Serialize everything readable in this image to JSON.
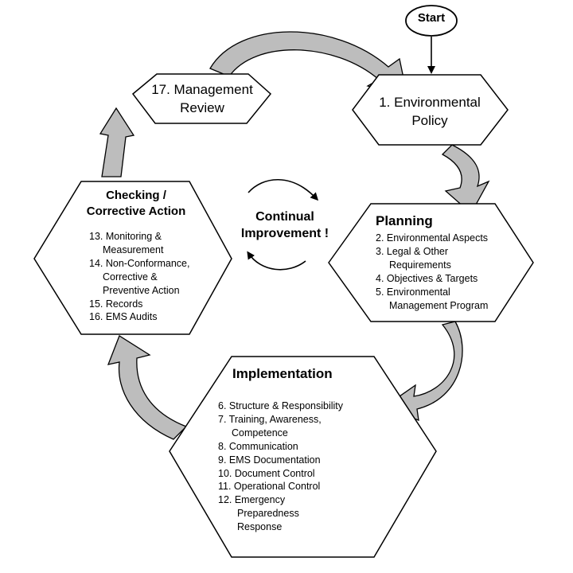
{
  "start": {
    "label": "Start"
  },
  "management_review": {
    "line1": "17. Management",
    "line2": "Review"
  },
  "environmental_policy": {
    "line1": "1. Environmental",
    "line2": "Policy"
  },
  "planning": {
    "title": "Planning",
    "items": [
      "2. Environmental Aspects",
      "3. Legal & Other",
      "Requirements",
      "4. Objectives & Targets",
      "5. Environmental",
      "Management Program"
    ]
  },
  "implementation": {
    "title": "Implementation",
    "items": [
      "6. Structure & Responsibility",
      "7. Training, Awareness,",
      "Competence",
      "8. Communication",
      "9. EMS Documentation",
      "10. Document Control",
      "11. Operational Control",
      "12. Emergency",
      "Preparedness",
      "Response"
    ]
  },
  "checking": {
    "title_line1": "Checking /",
    "title_line2": "Corrective Action",
    "items": [
      "13. Monitoring &",
      "Measurement",
      "14. Non-Conformance,",
      "Corrective &",
      "Preventive Action",
      "15. Records",
      "16. EMS Audits"
    ]
  },
  "center": {
    "line1": "Continual",
    "line2": "Improvement !"
  },
  "colors": {
    "arrow_fill": "#bdbdbd",
    "stroke": "#000000",
    "background": "#ffffff"
  }
}
